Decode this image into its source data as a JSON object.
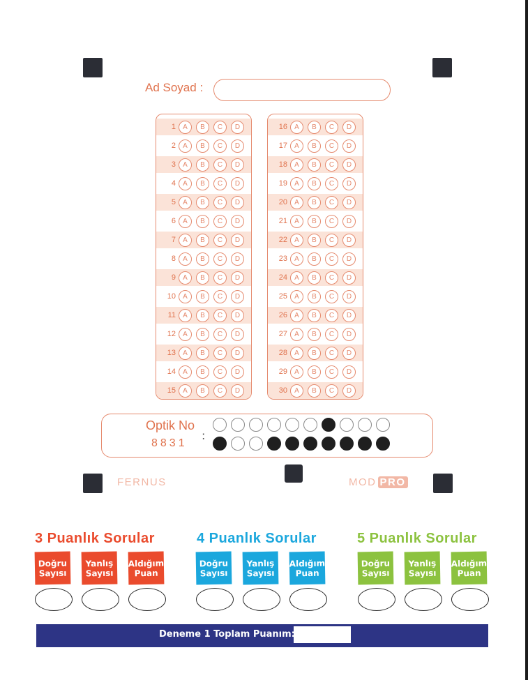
{
  "header": {
    "name_label": "Ad Soyad :"
  },
  "questions_left": [
    {
      "num": "1",
      "options": [
        "A",
        "B",
        "C",
        "D"
      ]
    },
    {
      "num": "2",
      "options": [
        "A",
        "B",
        "C",
        "D"
      ]
    },
    {
      "num": "3",
      "options": [
        "A",
        "B",
        "C",
        "D"
      ]
    },
    {
      "num": "4",
      "options": [
        "A",
        "B",
        "C",
        "D"
      ]
    },
    {
      "num": "5",
      "options": [
        "A",
        "B",
        "C",
        "D"
      ]
    },
    {
      "num": "6",
      "options": [
        "A",
        "B",
        "C",
        "D"
      ]
    },
    {
      "num": "7",
      "options": [
        "A",
        "B",
        "C",
        "D"
      ]
    },
    {
      "num": "8",
      "options": [
        "A",
        "B",
        "C",
        "D"
      ]
    },
    {
      "num": "9",
      "options": [
        "A",
        "B",
        "C",
        "D"
      ]
    },
    {
      "num": "10",
      "options": [
        "A",
        "B",
        "C",
        "D"
      ]
    },
    {
      "num": "11",
      "options": [
        "A",
        "B",
        "C",
        "D"
      ]
    },
    {
      "num": "12",
      "options": [
        "A",
        "B",
        "C",
        "D"
      ]
    },
    {
      "num": "13",
      "options": [
        "A",
        "B",
        "C",
        "D"
      ]
    },
    {
      "num": "14",
      "options": [
        "A",
        "B",
        "C",
        "D"
      ]
    },
    {
      "num": "15",
      "options": [
        "A",
        "B",
        "C",
        "D"
      ]
    }
  ],
  "questions_right": [
    {
      "num": "16",
      "options": [
        "A",
        "B",
        "C",
        "D"
      ]
    },
    {
      "num": "17",
      "options": [
        "A",
        "B",
        "C",
        "D"
      ]
    },
    {
      "num": "18",
      "options": [
        "A",
        "B",
        "C",
        "D"
      ]
    },
    {
      "num": "19",
      "options": [
        "A",
        "B",
        "C",
        "D"
      ]
    },
    {
      "num": "20",
      "options": [
        "A",
        "B",
        "C",
        "D"
      ]
    },
    {
      "num": "21",
      "options": [
        "A",
        "B",
        "C",
        "D"
      ]
    },
    {
      "num": "22",
      "options": [
        "A",
        "B",
        "C",
        "D"
      ]
    },
    {
      "num": "23",
      "options": [
        "A",
        "B",
        "C",
        "D"
      ]
    },
    {
      "num": "24",
      "options": [
        "A",
        "B",
        "C",
        "D"
      ]
    },
    {
      "num": "25",
      "options": [
        "A",
        "B",
        "C",
        "D"
      ]
    },
    {
      "num": "26",
      "options": [
        "A",
        "B",
        "C",
        "D"
      ]
    },
    {
      "num": "27",
      "options": [
        "A",
        "B",
        "C",
        "D"
      ]
    },
    {
      "num": "28",
      "options": [
        "A",
        "B",
        "C",
        "D"
      ]
    },
    {
      "num": "29",
      "options": [
        "A",
        "B",
        "C",
        "D"
      ]
    },
    {
      "num": "30",
      "options": [
        "A",
        "B",
        "C",
        "D"
      ]
    }
  ],
  "optik": {
    "label": "Optik No",
    "colon": ":",
    "number": "8831",
    "row1_filled": [
      false,
      false,
      false,
      false,
      false,
      false,
      true,
      false,
      false,
      false
    ],
    "row2_filled": [
      true,
      false,
      false,
      true,
      true,
      true,
      true,
      true,
      true,
      true
    ]
  },
  "branding": {
    "left": "FERNUS",
    "right_mod": "MOD",
    "right_pro": "PRO"
  },
  "sections": [
    {
      "title": "3 Puanlık Sorular",
      "color": "#ea4b2d",
      "cards": [
        {
          "line1": "Doğru",
          "line2": "Sayısı"
        },
        {
          "line1": "Yanlış",
          "line2": "Sayısı"
        },
        {
          "line1": "Aldığım",
          "line2": "Puan"
        }
      ]
    },
    {
      "title": "4 Puanlık Sorular",
      "color": "#1ba7dd",
      "cards": [
        {
          "line1": "Doğru",
          "line2": "Sayısı"
        },
        {
          "line1": "Yanlış",
          "line2": "Sayısı"
        },
        {
          "line1": "Aldığım",
          "line2": "Puan"
        }
      ]
    },
    {
      "title": "5 Puanlık Sorular",
      "color": "#8cc23f",
      "cards": [
        {
          "line1": "Doğru",
          "line2": "Sayısı"
        },
        {
          "line1": "Yanlış",
          "line2": "Sayısı"
        },
        {
          "line1": "Aldığım",
          "line2": "Puan"
        }
      ]
    }
  ],
  "footer": {
    "total_label": "Deneme 1 Toplam Puanım:"
  }
}
